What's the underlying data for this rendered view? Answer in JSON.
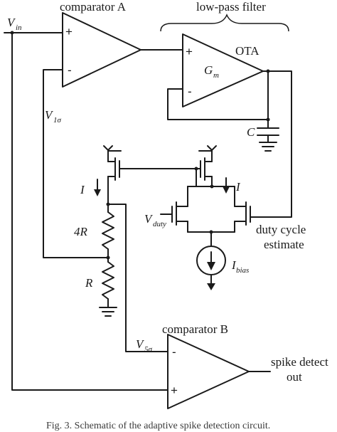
{
  "labels": {
    "comparator_a": "comparator A",
    "comparator_b": "comparator B",
    "low_pass_filter": "low-pass filter",
    "ota": "OTA",
    "gm_main": "G",
    "gm_sub": "m",
    "vin_main": "V",
    "vin_sub": "in",
    "v1s_main": "V",
    "v1s_sub": "1σ",
    "v5s_main": "V",
    "v5s_sub": "5σ",
    "vduty_main": "V",
    "vduty_sub": "duty",
    "ibias_main": "I",
    "ibias_sub": "bias",
    "cap_c": "C",
    "current_i_left": "I",
    "current_i_right": "I",
    "res_4r": "4R",
    "res_r": "R",
    "duty_cycle_line1": "duty cycle",
    "duty_cycle_line2": "estimate",
    "spike_detect_line1": "spike detect",
    "spike_detect_line2": "out",
    "plus": "+",
    "minus": "-"
  },
  "caption": "Fig. 3. Schematic of the adaptive spike detection circuit."
}
